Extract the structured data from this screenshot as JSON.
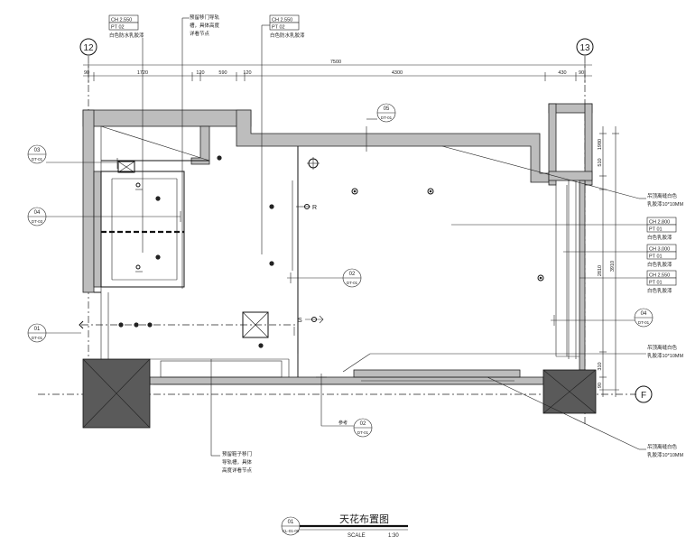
{
  "grid": {
    "left": "12",
    "right": "13",
    "row": "F"
  },
  "dimensions": {
    "top": [
      "90",
      "1720",
      "120",
      "590",
      "120",
      "4300",
      "430",
      "90"
    ],
    "overall": "7500",
    "right": [
      "1980",
      "510",
      "2810",
      "310",
      "90"
    ],
    "right_overall": "3910"
  },
  "tags": [
    {
      "ch": "CH 2.550",
      "pt": "PT 02",
      "note": "白色防水乳胶漆"
    },
    {
      "ch": "CH 2.550",
      "pt": "PT 02",
      "note": "白色防水乳胶漆"
    },
    {
      "ch": "CH 2.800",
      "pt": "PT 01",
      "note": "白色乳胶漆"
    },
    {
      "ch": "CH 3.000",
      "pt": "PT 01",
      "note": "白色乳胶漆"
    },
    {
      "ch": "CH 2.550",
      "pt": "PT 01",
      "note": "白色乳胶漆"
    }
  ],
  "notes": {
    "rail_top": [
      "预留移门导轨",
      "槽，具体高度",
      "详看节点"
    ],
    "rail_bottom": [
      "预留鞋子移门",
      "导轨槽，具体",
      "高度详看节点"
    ],
    "shadow_gap_1": [
      "吊顶离缝白色",
      "乳胶漆10*10MM"
    ],
    "shadow_gap_2": [
      "吊顶离缝白色",
      "乳胶漆10*10MM"
    ],
    "shadow_gap_3": [
      "吊顶离缝白色",
      "乳胶漆10*10MM"
    ],
    "ref": "参考"
  },
  "sections": [
    {
      "num": "05",
      "sheet": "DT-01"
    },
    {
      "num": "03",
      "sheet": "DT-01"
    },
    {
      "num": "04",
      "sheet": "DT-03"
    },
    {
      "num": "02",
      "sheet": "DT-01"
    },
    {
      "num": "01",
      "sheet": "DT-01"
    },
    {
      "num": "04",
      "sheet": "DT-01"
    },
    {
      "num": "02",
      "sheet": "DT-01"
    }
  ],
  "symbols": {
    "return_air": "R",
    "supply_air": "S"
  },
  "title_block": {
    "num": "01",
    "sheet": "CL-01-00",
    "title": "天花布置图",
    "scale_label": "SCALE",
    "scale": "1:30"
  }
}
